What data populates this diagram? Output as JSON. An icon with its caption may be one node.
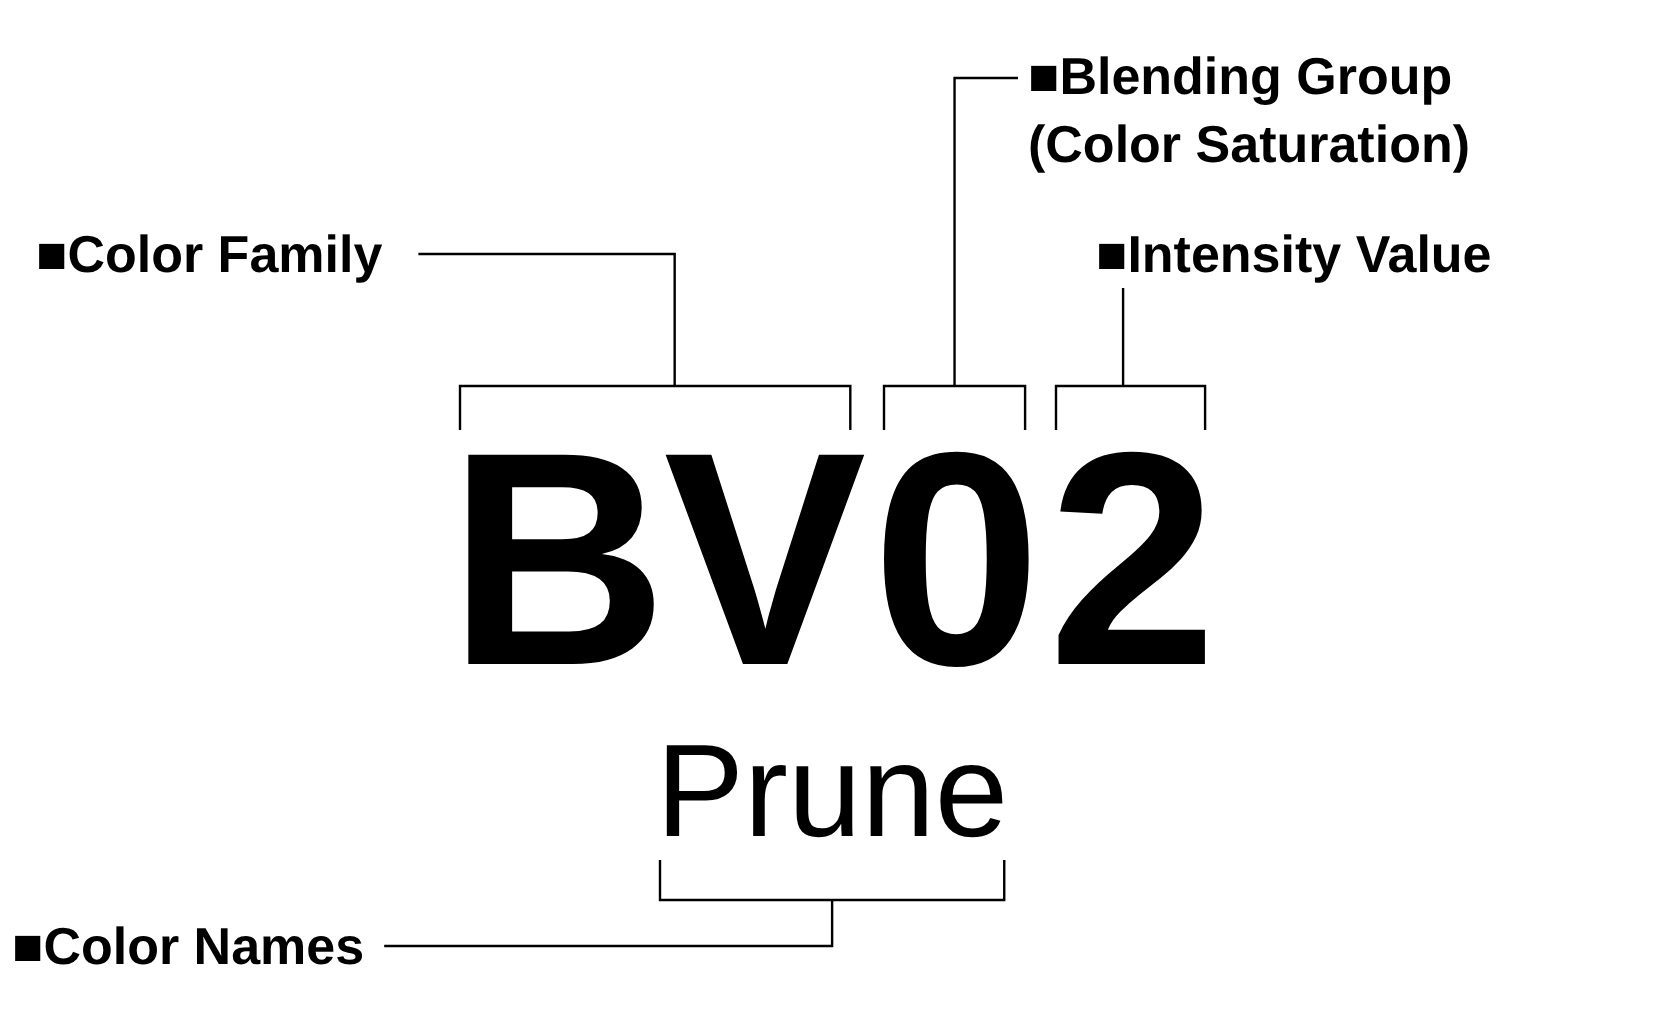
{
  "diagram": {
    "nodes": [
      {
        "text": [
          "■Color Family"
        ]
      },
      {
        "text": [
          "■Blending Group (Color Saturation)"
        ]
      },
      {
        "text": [
          "■Intensity Value"
        ]
      },
      {
        "text": [
          "■Color Names"
        ]
      },
      {
        "text": [
          "BV"
        ]
      },
      {
        "text": [
          "0"
        ]
      },
      {
        "text": [
          "2"
        ]
      },
      {
        "text": [
          "Prune"
        ]
      }
    ],
    "edges": [
      {
        "from": 0,
        "to": 4,
        "arrow": "none"
      },
      {
        "from": 1,
        "to": 5,
        "arrow": "none"
      },
      {
        "from": 2,
        "to": 6,
        "arrow": "none"
      },
      {
        "from": 3,
        "to": 7,
        "arrow": "none"
      }
    ]
  }
}
